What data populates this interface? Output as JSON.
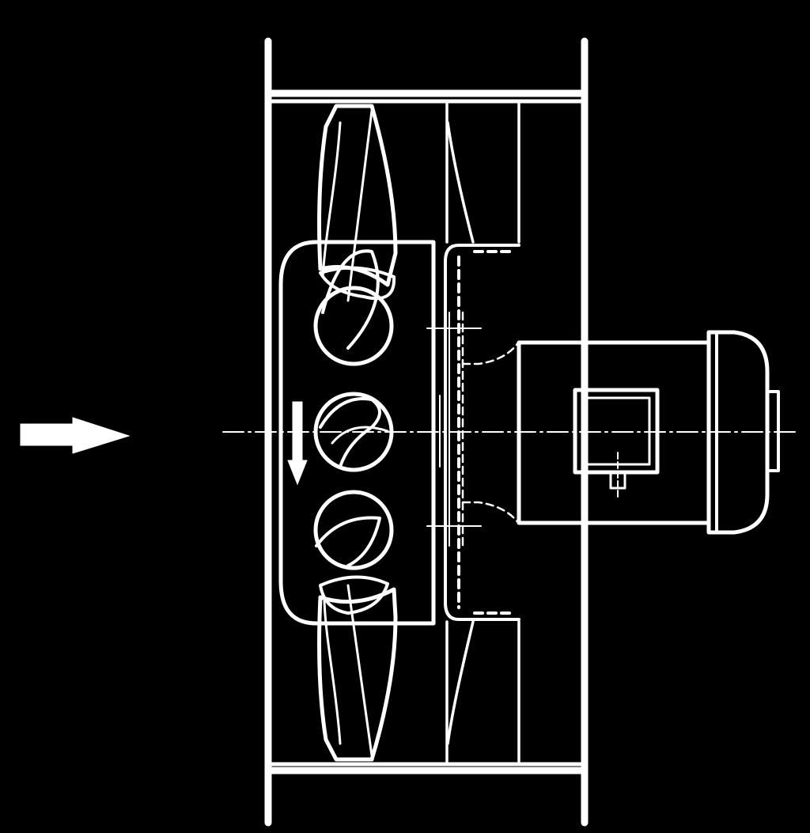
{
  "diagram": {
    "background_color": "#000000",
    "line_color": "#FFFFFF",
    "components": [
      "airflow-arrow",
      "duct-casing",
      "mounting-flange",
      "impeller-hub",
      "fan-blades",
      "rotation-arrow",
      "guide-vanes",
      "hub-fairing",
      "motor",
      "motor-end-cap",
      "terminal-box",
      "center-axis-line"
    ],
    "airflow_direction": "right",
    "rotation_direction": "down"
  }
}
